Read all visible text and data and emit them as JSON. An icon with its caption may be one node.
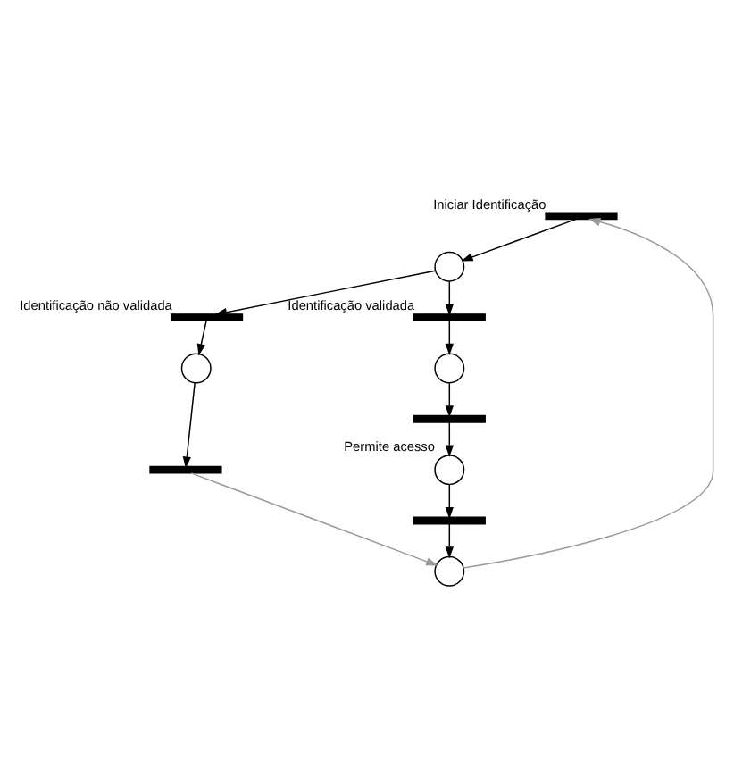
{
  "diagram": {
    "nodes": [
      {
        "text": [],
        "shape": "bar",
        "beside": [
          "Iniciar Identificação"
        ]
      },
      {
        "text": [],
        "shape": "circle"
      },
      {
        "text": [],
        "shape": "bar",
        "beside": [
          "Identificação não validada"
        ]
      },
      {
        "text": [],
        "shape": "bar",
        "beside": [
          "Identificação validada"
        ]
      },
      {
        "text": [],
        "shape": "circle"
      },
      {
        "text": [],
        "shape": "circle"
      },
      {
        "text": [],
        "shape": "circle"
      },
      {
        "text": [],
        "shape": "bar"
      },
      {
        "text": [],
        "shape": "circle",
        "beside": [
          "Permite acesso"
        ]
      },
      {
        "text": [],
        "shape": "bar"
      },
      {
        "text": [],
        "shape": "bar"
      }
    ],
    "edges": [
      {
        "from": 4,
        "to": 0,
        "arrow": "to",
        "color": "#9a9a9a"
      },
      {
        "from": 0,
        "to": 1,
        "arrow": "to"
      },
      {
        "from": 1,
        "to": 2,
        "arrow": "to"
      },
      {
        "from": 1,
        "to": 3,
        "arrow": "to"
      },
      {
        "from": 2,
        "to": 5,
        "arrow": "to"
      },
      {
        "from": 3,
        "to": 6,
        "arrow": "to"
      },
      {
        "from": 5,
        "to": 9,
        "arrow": "to"
      },
      {
        "from": 6,
        "to": 7,
        "arrow": "to"
      },
      {
        "from": 7,
        "to": 8,
        "arrow": "to"
      },
      {
        "from": 8,
        "to": 10,
        "arrow": "to"
      },
      {
        "from": 9,
        "to": 4,
        "arrow": "to",
        "color": "#9a9a9a"
      },
      {
        "from": 10,
        "to": 4,
        "arrow": "to"
      }
    ]
  }
}
